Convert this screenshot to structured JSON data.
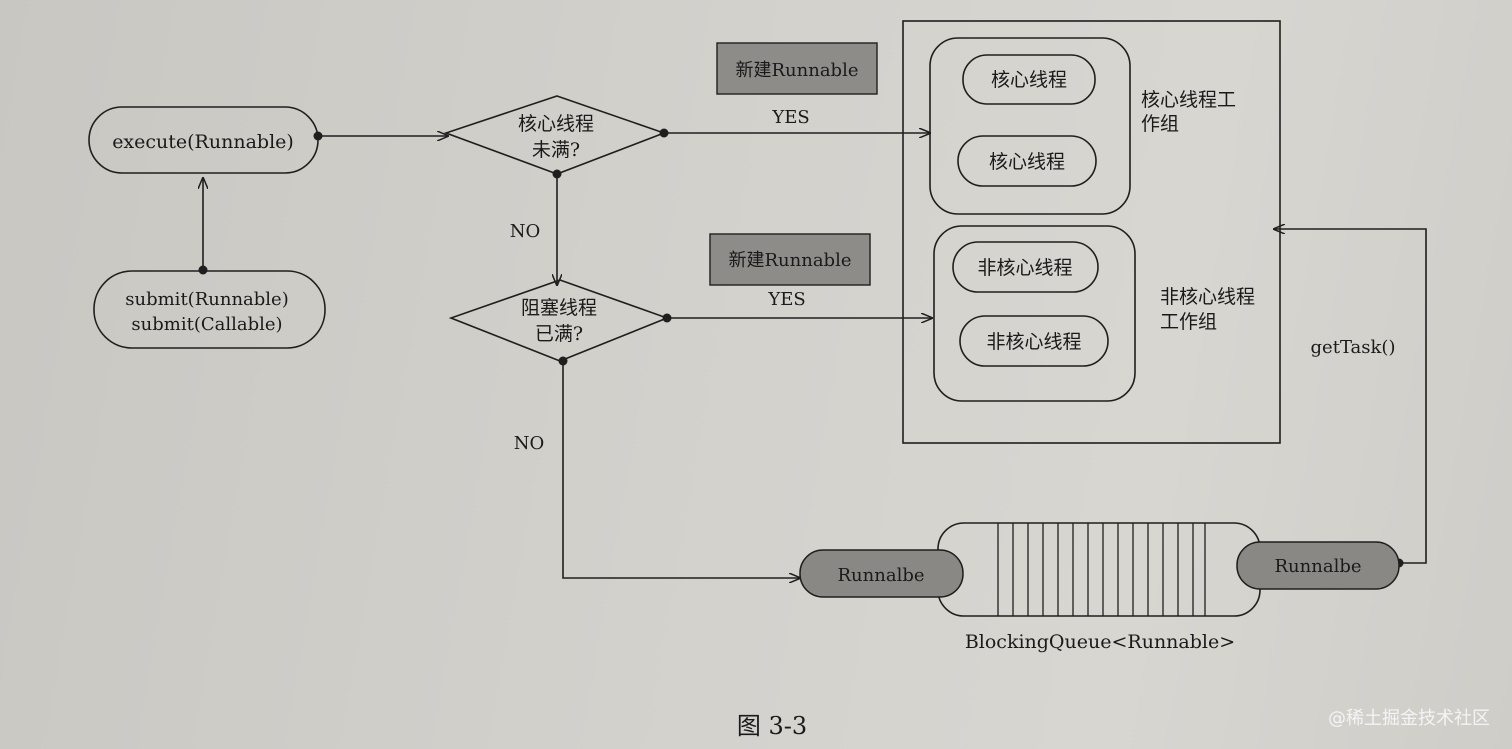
{
  "nodes": {
    "execute": "execute(Runnable)",
    "submit_runnable": "submit(Runnable)",
    "submit_callable": "submit(Callable)",
    "decision_core_l1": "核心线程",
    "decision_core_l2": "未满?",
    "decision_block_l1": "阻塞线程",
    "decision_block_l2": "已满?",
    "new_runnable_1": "新建Runnable",
    "new_runnable_2": "新建Runnable",
    "yes_1": "YES",
    "yes_2": "YES",
    "no_1": "NO",
    "no_2": "NO",
    "core_thread_1": "核心线程",
    "core_thread_2": "核心线程",
    "core_group_l1": "核心线程工",
    "core_group_l2": "作组",
    "noncore_thread_1": "非核心线程",
    "noncore_thread_2": "非核心线程",
    "noncore_group_l1": "非核心线程",
    "noncore_group_l2": "工作组",
    "get_task": "getTask()",
    "queue_in": "Runnalbe",
    "queue_out": "Runnalbe",
    "queue_label": "BlockingQueue<Runnable>"
  },
  "caption": "图 3-3",
  "watermark": "@稀土掘金技术社区",
  "colors": {
    "line": "#1f1f1f",
    "shaded_box": "#8e8c88",
    "shaded_pill": "#8a8884"
  }
}
